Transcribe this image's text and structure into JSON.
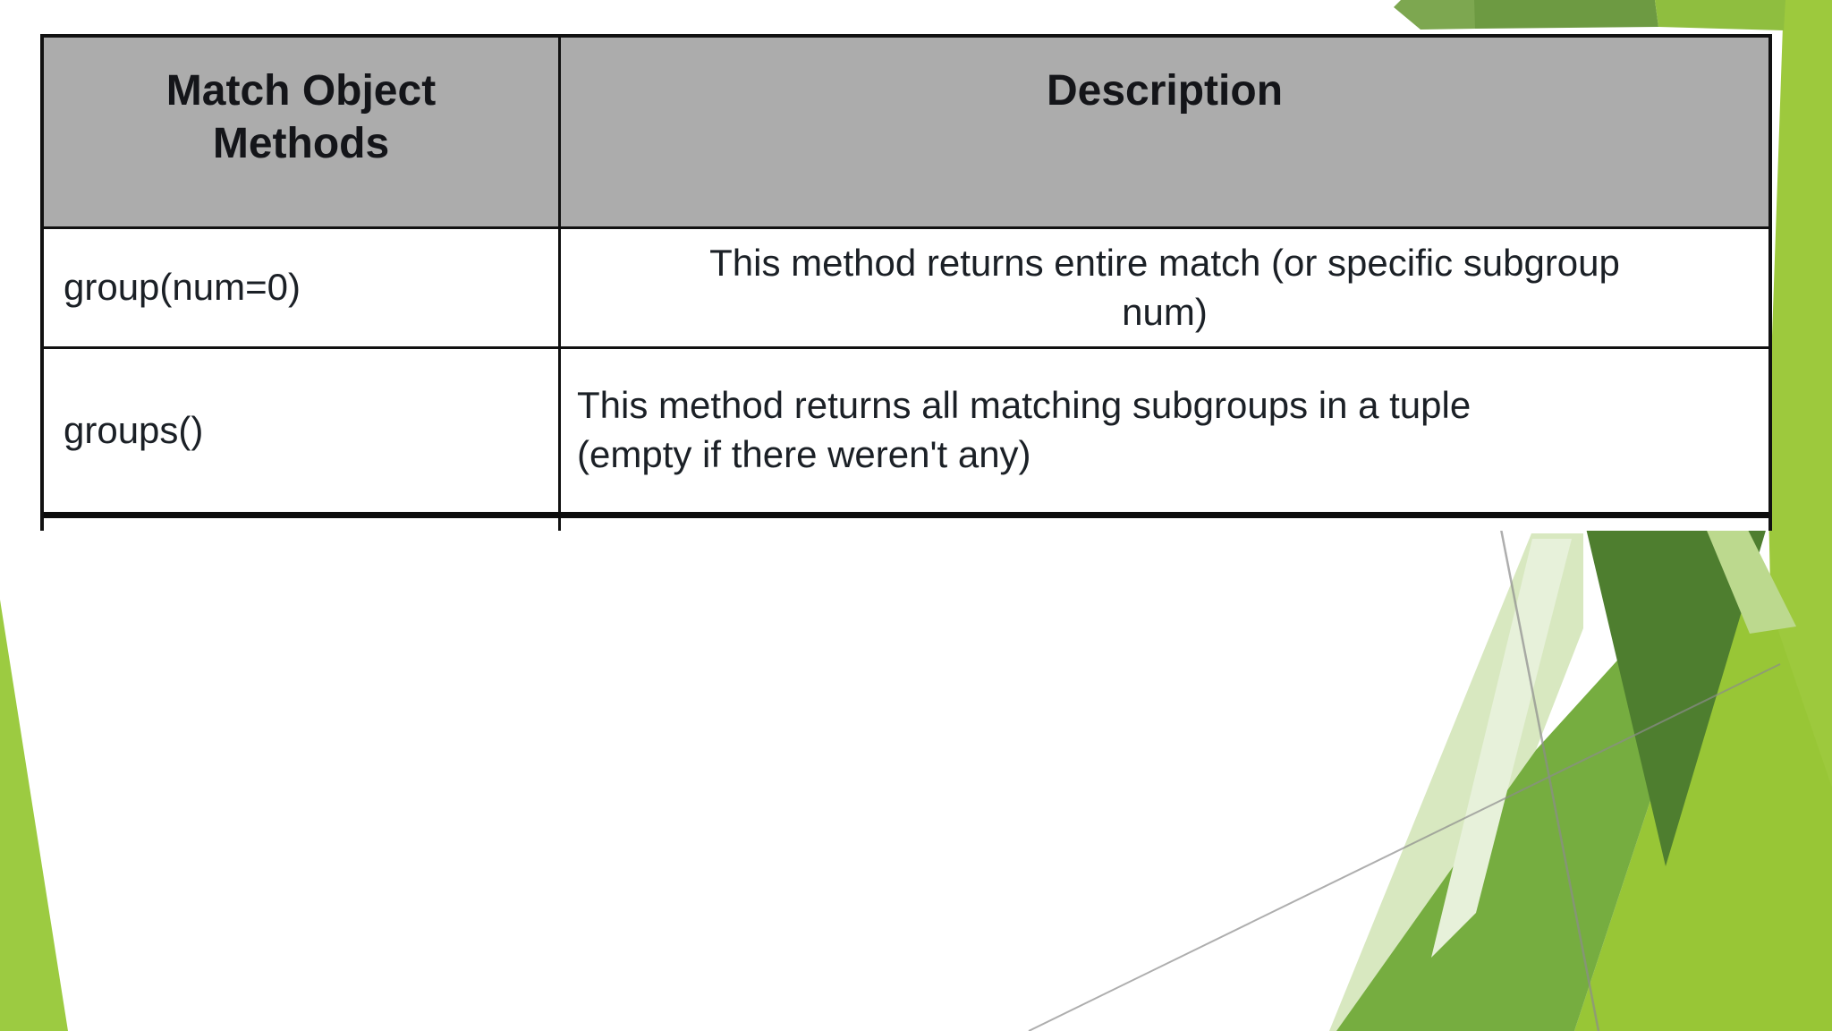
{
  "palette": {
    "strip_green": "#9DC93D",
    "bright_green": "#98C636",
    "mid_green": "#76AD40",
    "dark_green": "#4E7E2F",
    "pale_green": "#D8E8C0",
    "pale_green_light": "#E7F1DA",
    "pale_streak": "#BCD98E",
    "olive_band": "#6D9A42",
    "olive_band_light": "#7DA750",
    "band_bright": "#8FBE3F",
    "wedge_green": "#9CCB41",
    "line_gray": "#8C8C8C",
    "table_header_bg": "#ACACAC",
    "table_border": "#111111",
    "text_color": "#1B2026"
  },
  "table": {
    "header": {
      "col1_lines": [
        "Match Object",
        "Methods"
      ],
      "col2": "Description"
    },
    "rows": [
      {
        "method": "group(num=0)",
        "desc_lines": [
          "This method returns entire match (or specific subgroup",
          "num)"
        ]
      },
      {
        "method": "groups()",
        "desc_lines": [
          "This method returns all matching subgroups in a tuple",
          "(empty if there weren't any)"
        ]
      }
    ]
  }
}
